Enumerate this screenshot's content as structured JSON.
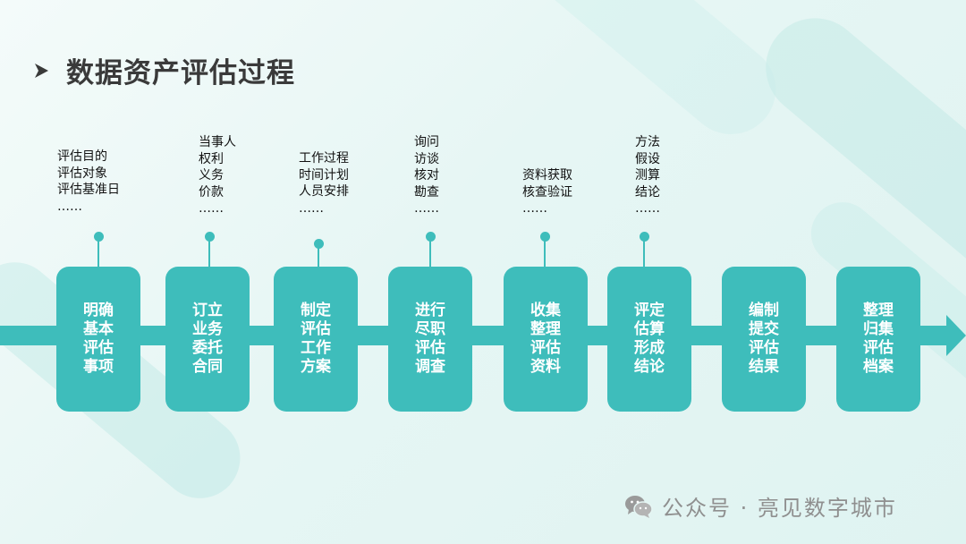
{
  "title": "数据资产评估过程",
  "colors": {
    "accent": "#3ebdbb",
    "title": "#3a3a3a",
    "watermark": "#8f8f8f"
  },
  "steps": [
    {
      "label": "明确基本评估事项",
      "note": "评估目的\n评估对象\n评估基准日\n……"
    },
    {
      "label": "订立业务委托合同",
      "note": "当事人\n权利\n义务\n价款\n……"
    },
    {
      "label": "制定评估工作方案",
      "note": "工作过程\n时间计划\n人员安排\n……"
    },
    {
      "label": "进行尽职评估调查",
      "note": "询问\n访谈\n核对\n勘查\n……"
    },
    {
      "label": "收集整理评估资料",
      "note": "资料获取\n核查验证\n……"
    },
    {
      "label": "评定估算形成结论",
      "note": "方法\n假设\n测算\n结论\n……"
    },
    {
      "label": "编制提交评估结果",
      "note": ""
    },
    {
      "label": "整理归集评估档案",
      "note": ""
    }
  ],
  "watermark": {
    "icon": "wechat-icon",
    "text": "公众号 · 亮见数字城市"
  }
}
